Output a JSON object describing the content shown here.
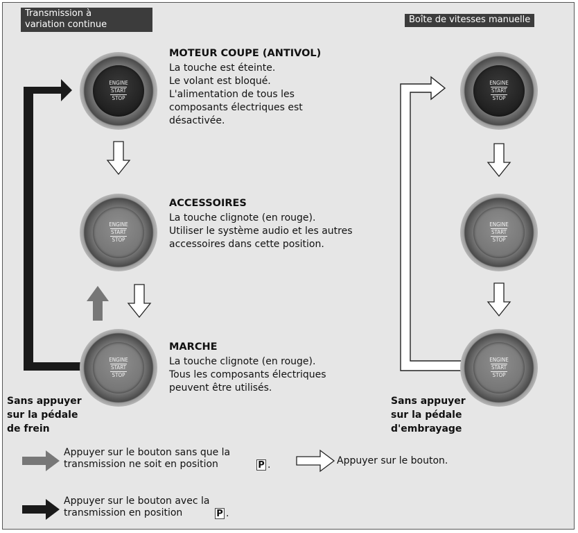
{
  "headers": {
    "left": "Transmission à\nvariation continue",
    "right": "Boîte de vitesses manuelle"
  },
  "button": {
    "line1": "ENGINE",
    "line2": "START",
    "line3": "STOP"
  },
  "states": [
    {
      "title": "MOTEUR COUPE (ANTIVOL)",
      "desc": "La touche est éteinte.\nLe volant est bloqué.\nL'alimentation de tous les\ncomposants électriques est\ndésactivée."
    },
    {
      "title": "ACCESSOIRES",
      "desc": "La touche clignote (en rouge).\nUtiliser le système audio et les autres\naccessoires dans cette position."
    },
    {
      "title": "MARCHE",
      "desc": "La touche clignote (en rouge).\nTous les composants électriques\npeuvent être utilisés."
    }
  ],
  "side_labels": {
    "left": "Sans appuyer\nsur la pédale\nde frein",
    "right": "Sans appuyer\nsur la pédale\nd'embrayage"
  },
  "legend": {
    "gray": {
      "text": "Appuyer sur le bouton sans que la\ntransmission ne soit en position",
      "box": "P",
      "suffix": "."
    },
    "white": {
      "text": "Appuyer sur le bouton."
    },
    "black": {
      "text": "Appuyer sur le bouton avec la\ntransmission en position",
      "box": "P",
      "suffix": "."
    }
  },
  "colors": {
    "background": "#e6e6e6",
    "header": "#3c3c3c",
    "arrow_black": "#1a1a1a",
    "arrow_gray": "#777777",
    "arrow_white": "#ffffff"
  }
}
